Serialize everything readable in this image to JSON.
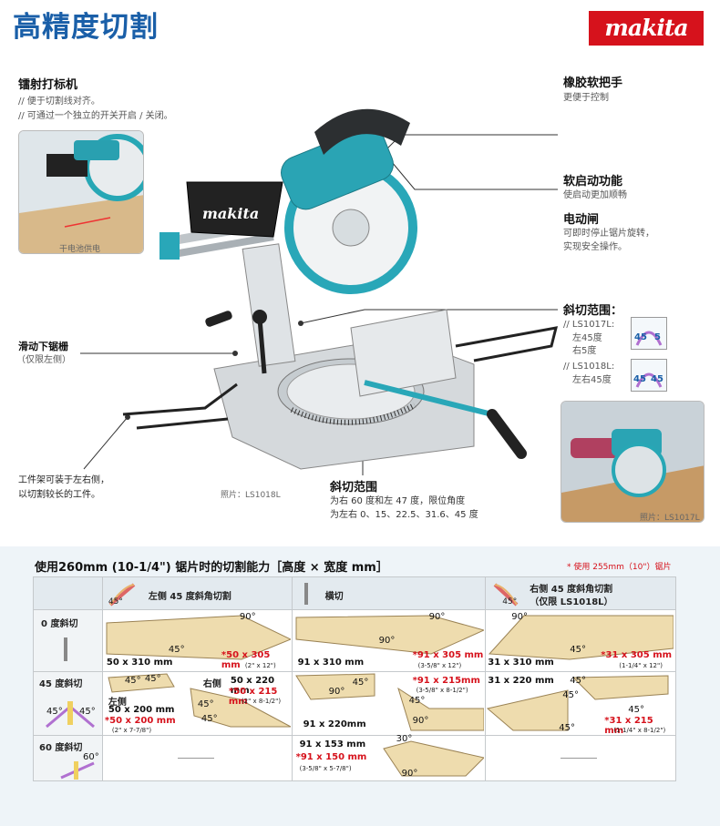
{
  "title": "高精度切割",
  "brand": "makita",
  "laser": {
    "title": "镭射打标机",
    "lines": [
      "// 便于切割线对齐。",
      "// 可通过一个独立的开关开启 / 关闭。"
    ],
    "thumb_caption": "干电池供电"
  },
  "grip": {
    "title": "橡胶软把手",
    "desc": "更便于控制"
  },
  "softstart": {
    "title": "软启动功能",
    "desc": "使启动更加顺畅"
  },
  "brake": {
    "title": "电动闸",
    "desc": "可即时停止锯片旋转，",
    "desc2": "实现安全操作。"
  },
  "bevel": {
    "title": "斜切范围：",
    "ls1017_model": "// LS1017L:",
    "ls1017_range": "左45度",
    "ls1017_range2": "右5度",
    "ls1018_model": "// LS1018L:",
    "ls1018_range": "左右45度",
    "badge1": [
      "45",
      "5"
    ],
    "badge2": [
      "45",
      "45"
    ]
  },
  "fence": {
    "title": "滑动下锯栅",
    "desc": "（仅限左侧）"
  },
  "extension": {
    "line1": "工件架可装于左右侧，",
    "line2": "以切割较长的工件。"
  },
  "photo_caption": "照片：LS1018L",
  "photo2_caption": "照片：LS1017L",
  "miter": {
    "title": "斜切范围",
    "line1": "为右 60 度和左 47 度，限位角度",
    "line2": "为左右 0、15、22.5、31.6、45 度"
  },
  "table": {
    "title": "使用260mm (10-1/4\") 锯片时的切割能力［高度 × 宽度 mm］",
    "note": "* 使用 255mm（10\"）锯片",
    "col_left": "左侧 45 度斜角切割",
    "col_mid": "横切",
    "col_right": "右侧 45 度斜角切割",
    "col_right2": "（仅限 LS1018L）",
    "row0": "0 度斜切",
    "row45": "45 度斜切",
    "row60": "60 度斜切",
    "r0": {
      "a": "50 x 310 mm",
      "a_star": "*50 x 305 mm",
      "a_in": "(2\" x 12\")",
      "b": "91 x 310 mm",
      "b_star": "*91 x 305 mm",
      "b_in": "(3-5/8\" x 12\")",
      "c": "31 x 310 mm",
      "c_star": "*31 x 305 mm",
      "c_in": "(1-1/4\" x 12\")"
    },
    "r45": {
      "right_lbl": "右侧",
      "right1": "50 x 220 mm",
      "right2": "*50 x 215 mm",
      "right_in": "(2\" x 8-1/2\")",
      "left_lbl": "左侧",
      "left1": "50 x 200 mm",
      "left2": "*50 x 200 mm",
      "left_in": "(2\" x 7-7/8\")",
      "mid_star": "*91 x 215mm",
      "mid_in": "(3-5/8\" x 8-1/2\")",
      "mid": "91 x 220mm",
      "c": "31 x 220 mm",
      "c_star": "*31 x 215 mm",
      "c_in": "(1-1/4\" x 8-1/2\")"
    },
    "r60": {
      "a": "91 x 153 mm",
      "a_star": "*91 x 150 mm",
      "a_in": "(3-5/8\" x 5-7/8\")"
    },
    "angles": {
      "a45": "45°",
      "a90": "90°",
      "a30": "30°",
      "a60": "60°"
    }
  }
}
